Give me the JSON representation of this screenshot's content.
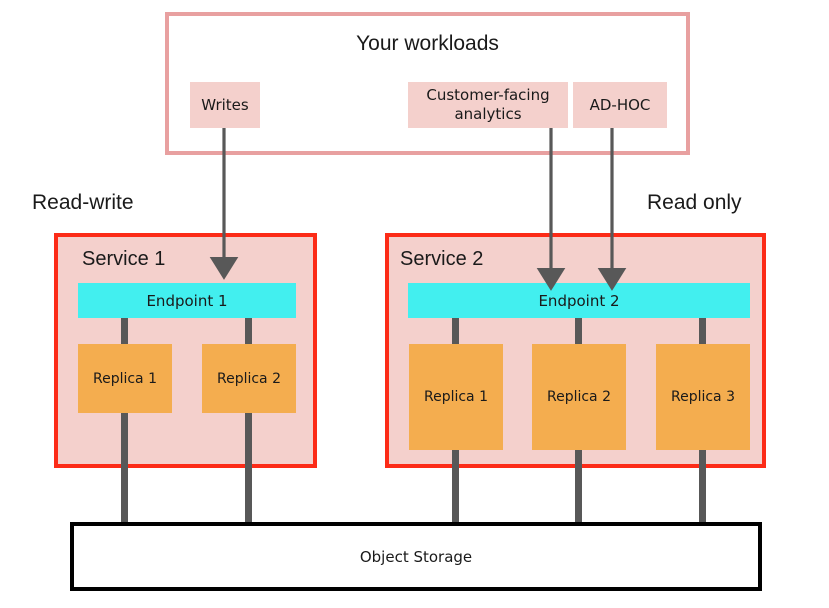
{
  "diagram": {
    "title": "Your workloads",
    "workloads": [
      {
        "id": "writes",
        "label": "Writes"
      },
      {
        "id": "analytics",
        "label": "Customer-facing analytics"
      },
      {
        "id": "adhoc",
        "label": "AD-HOC"
      }
    ],
    "side_labels": {
      "left": "Read-write",
      "right": "Read only"
    },
    "services": [
      {
        "id": "service-1",
        "title": "Service 1",
        "endpoint": "Endpoint 1",
        "replicas": [
          "Replica 1",
          "Replica 2"
        ]
      },
      {
        "id": "service-2",
        "title": "Service 2",
        "endpoint": "Endpoint 2",
        "replicas": [
          "Replica 1",
          "Replica 2",
          "Replica 3"
        ]
      }
    ],
    "storage": {
      "label": "Object Storage"
    },
    "colors": {
      "workload_border": "#e8a0a0",
      "workload_chip": "#f4d0cc",
      "service_border": "#fc2b17",
      "service_fill": "#f4d0cc",
      "endpoint": "#42efef",
      "replica": "#f4ad4f",
      "connector": "#585858",
      "storage_border": "#000000",
      "text": "#1a1a1a",
      "background": "#ffffff"
    },
    "connections": [
      {
        "from": "writes",
        "to": "endpoint-1",
        "style": "arrow"
      },
      {
        "from": "analytics",
        "to": "endpoint-2",
        "style": "arrow"
      },
      {
        "from": "adhoc",
        "to": "endpoint-2",
        "style": "arrow"
      },
      {
        "from": "endpoint-1",
        "to": "service-1-replica-1",
        "style": "bar"
      },
      {
        "from": "endpoint-1",
        "to": "service-1-replica-2",
        "style": "bar"
      },
      {
        "from": "endpoint-2",
        "to": "service-2-replica-1",
        "style": "bar"
      },
      {
        "from": "endpoint-2",
        "to": "service-2-replica-2",
        "style": "bar"
      },
      {
        "from": "endpoint-2",
        "to": "service-2-replica-3",
        "style": "bar"
      },
      {
        "from": "service-1-replica-1",
        "to": "object-storage",
        "style": "bar"
      },
      {
        "from": "service-1-replica-2",
        "to": "object-storage",
        "style": "bar"
      },
      {
        "from": "service-2-replica-1",
        "to": "object-storage",
        "style": "bar"
      },
      {
        "from": "service-2-replica-2",
        "to": "object-storage",
        "style": "bar"
      },
      {
        "from": "service-2-replica-3",
        "to": "object-storage",
        "style": "bar"
      }
    ]
  }
}
